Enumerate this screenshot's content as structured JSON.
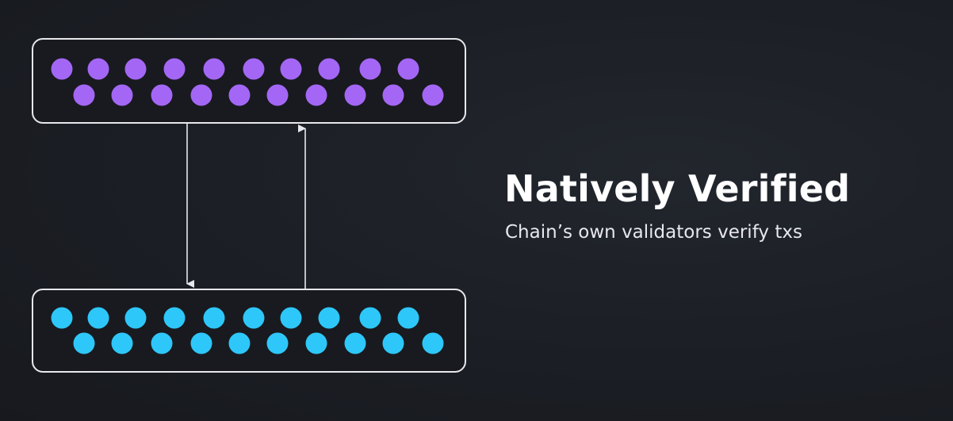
{
  "heading": "Natively Verified",
  "subheading": "Chain’s own validators verify txs",
  "colors": {
    "background": "#1b1e24",
    "box_border": "#e6e8ec",
    "top_dots": "#a467f5",
    "bottom_dots": "#2ec7f9",
    "arrow": "#e6e8ec"
  },
  "top_group": {
    "dot_color": "top_dots",
    "rows": [
      10,
      10
    ]
  },
  "bottom_group": {
    "dot_color": "bottom_dots",
    "rows": [
      10,
      10
    ]
  }
}
